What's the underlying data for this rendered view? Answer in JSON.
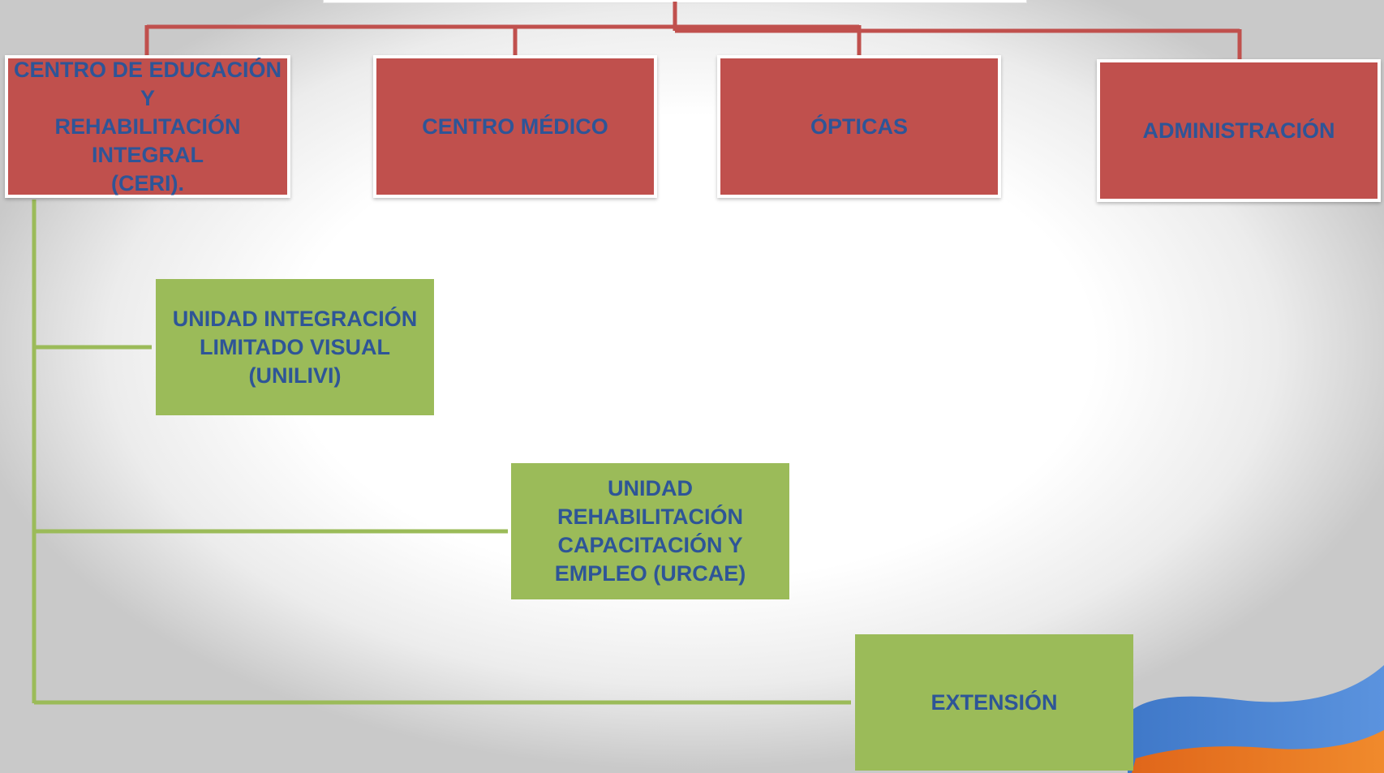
{
  "colors": {
    "unit_fill": "#c0504d",
    "subunit_fill": "#9bbb59",
    "text": "#2e5597",
    "top_connector": "#c0504d",
    "sub_connector": "#9bbb59"
  },
  "units": [
    {
      "id": "ceri",
      "lines": [
        "CENTRO DE EDUCACIÓN Y",
        "REHABILITACIÓN",
        "INTEGRAL",
        "(CERI)."
      ]
    },
    {
      "id": "centro-medico",
      "lines": [
        "CENTRO MÉDICO"
      ]
    },
    {
      "id": "opticas",
      "lines": [
        "ÓPTICAS"
      ]
    },
    {
      "id": "administracion",
      "lines": [
        "ADMINISTRACIÓN"
      ]
    }
  ],
  "subunits": [
    {
      "id": "unilivi",
      "lines": [
        "UNIDAD INTEGRACIÓN",
        "LIMITADO VISUAL",
        "(UNILIVI)"
      ]
    },
    {
      "id": "urcae",
      "lines": [
        "UNIDAD REHABILITACIÓN",
        "CAPACITACIÓN  Y",
        "EMPLEO (URCAE)"
      ]
    },
    {
      "id": "extension",
      "lines": [
        "EXTENSIÓN"
      ]
    }
  ]
}
